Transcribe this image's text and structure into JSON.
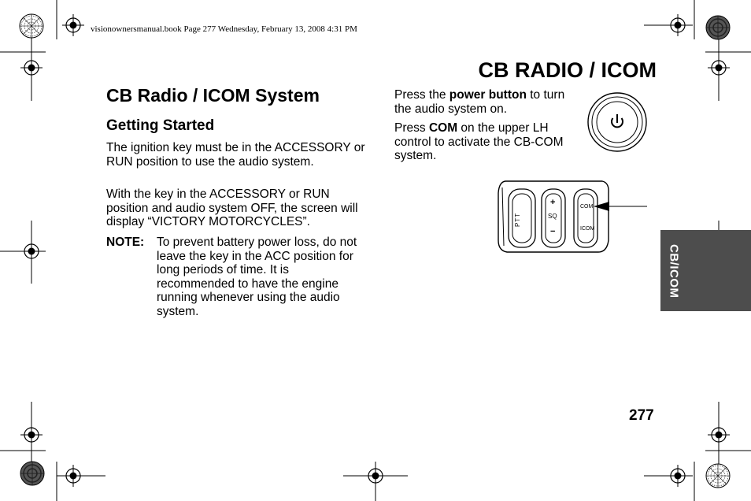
{
  "header": {
    "file_info": "visionownersmanual.book  Page 277  Wednesday, February 13, 2008  4:31 PM"
  },
  "section_title": "CB RADIO / ICOM",
  "left_column": {
    "heading": "CB Radio / ICOM System",
    "subheading": "Getting Started",
    "paragraph1": "The ignition key must be in the ACCESSORY or RUN position to use the audio system.",
    "paragraph2": "With the key in the ACCESSORY or RUN position and audio system OFF, the screen will display “VICTORY MOTORCYCLES”.",
    "note_label": "NOTE:",
    "note_text": "To prevent battery power loss, do not leave the key in the ACC position for long periods of time. It is recommended to have the engine running whenever using the audio system."
  },
  "right_column": {
    "instruction1": {
      "pre": "Press the ",
      "bold": "power button",
      "post": " to turn the audio system on."
    },
    "instruction2": {
      "pre": "Press ",
      "bold": "COM",
      "post": " on the upper LH control to activate the CB-COM system."
    }
  },
  "control_labels": {
    "ptt": "PTT",
    "sq_plus": "+",
    "sq": "SQ",
    "sq_minus": "−",
    "com": "COM",
    "icom": "ICOM"
  },
  "side_tab": {
    "label": "CB/ICOM",
    "color": "#4d4d4d"
  },
  "page_number": "277"
}
